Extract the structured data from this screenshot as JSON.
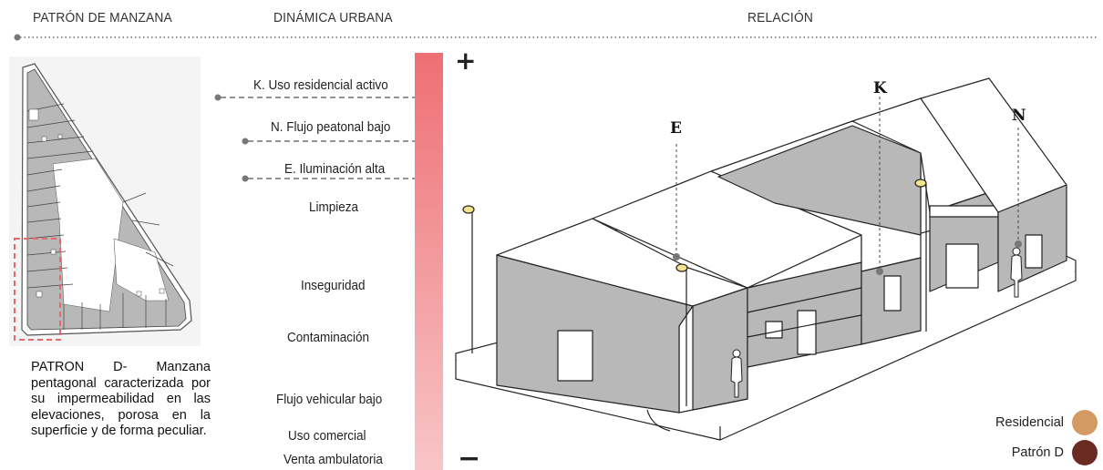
{
  "headers": {
    "patron": "PATRÓN DE MANZANA",
    "dinamica": "DINÁMICA URBANA",
    "relacion": "RELACIÓN"
  },
  "dynamics": {
    "k": "K. Uso residencial activo",
    "n": "N. Flujo peatonal bajo",
    "e": "E. Iluminación alta",
    "limpieza": "Limpieza",
    "inseguridad": "Inseguridad",
    "contaminacion": "Contaminación",
    "flujo_vehicular": "Flujo vehicular bajo",
    "uso_comercial": "Uso comercial",
    "venta": "Venta ambulatoria"
  },
  "scale": {
    "plus": "+",
    "minus": "−"
  },
  "description": "PATRON D- Manzana pentagonal caracterizada por su impermeabilidad en las elevaciones, porosa en la superficie y de forma peculiar.",
  "building_labels": {
    "e": "E",
    "k": "K",
    "n": "N"
  },
  "legend": [
    {
      "label": "Residencial",
      "color": "#d39b63"
    },
    {
      "label": "Patrón D",
      "color": "#6b2a22"
    }
  ],
  "colors": {
    "gradient_top": "#ee6f74",
    "gradient_bottom": "#f8c5c7",
    "highlight": "#e8676b",
    "block_gray": "#b8b8b8",
    "lamp": "#f3e38a"
  }
}
